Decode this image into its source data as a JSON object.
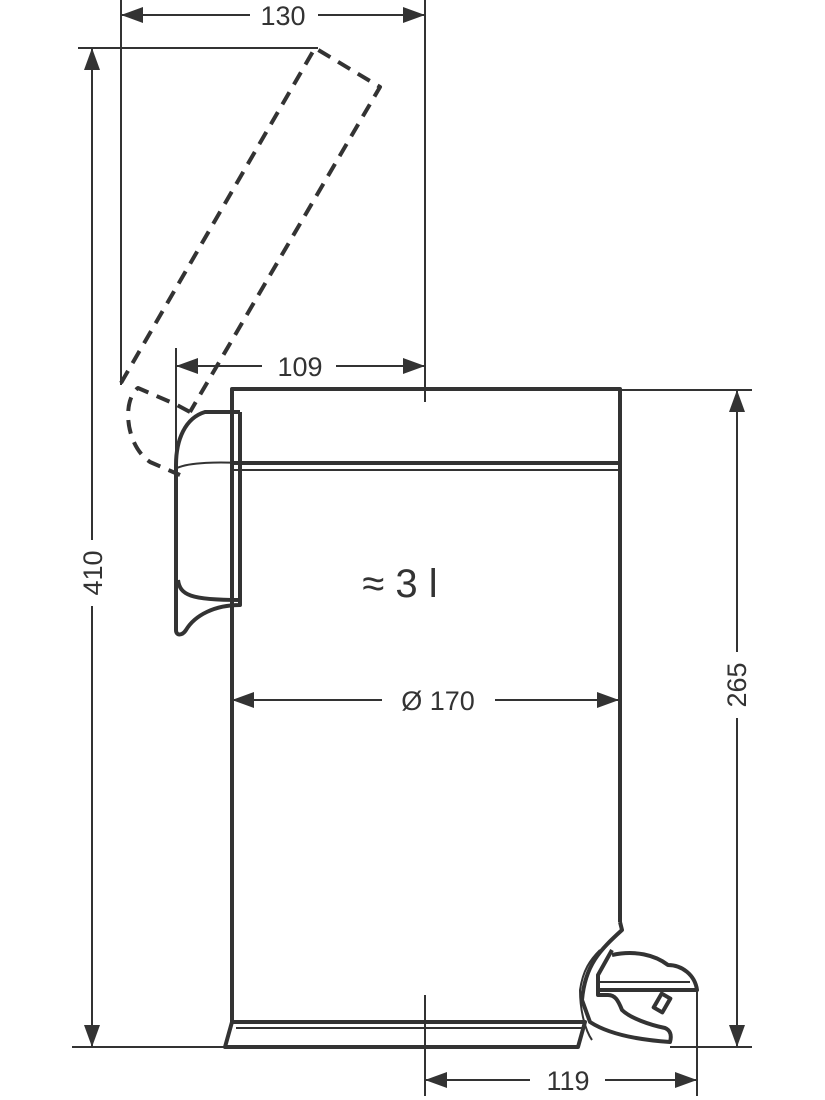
{
  "drawing": {
    "dim_width_open": "130",
    "dim_height_open": "410",
    "dim_depth_lid": "109",
    "dim_height_body": "265",
    "dim_diameter": "Ø 170",
    "dim_depth_pedal": "119",
    "capacity": "≈ 3 l"
  },
  "colors": {
    "line": "#333333",
    "background": "#ffffff"
  }
}
